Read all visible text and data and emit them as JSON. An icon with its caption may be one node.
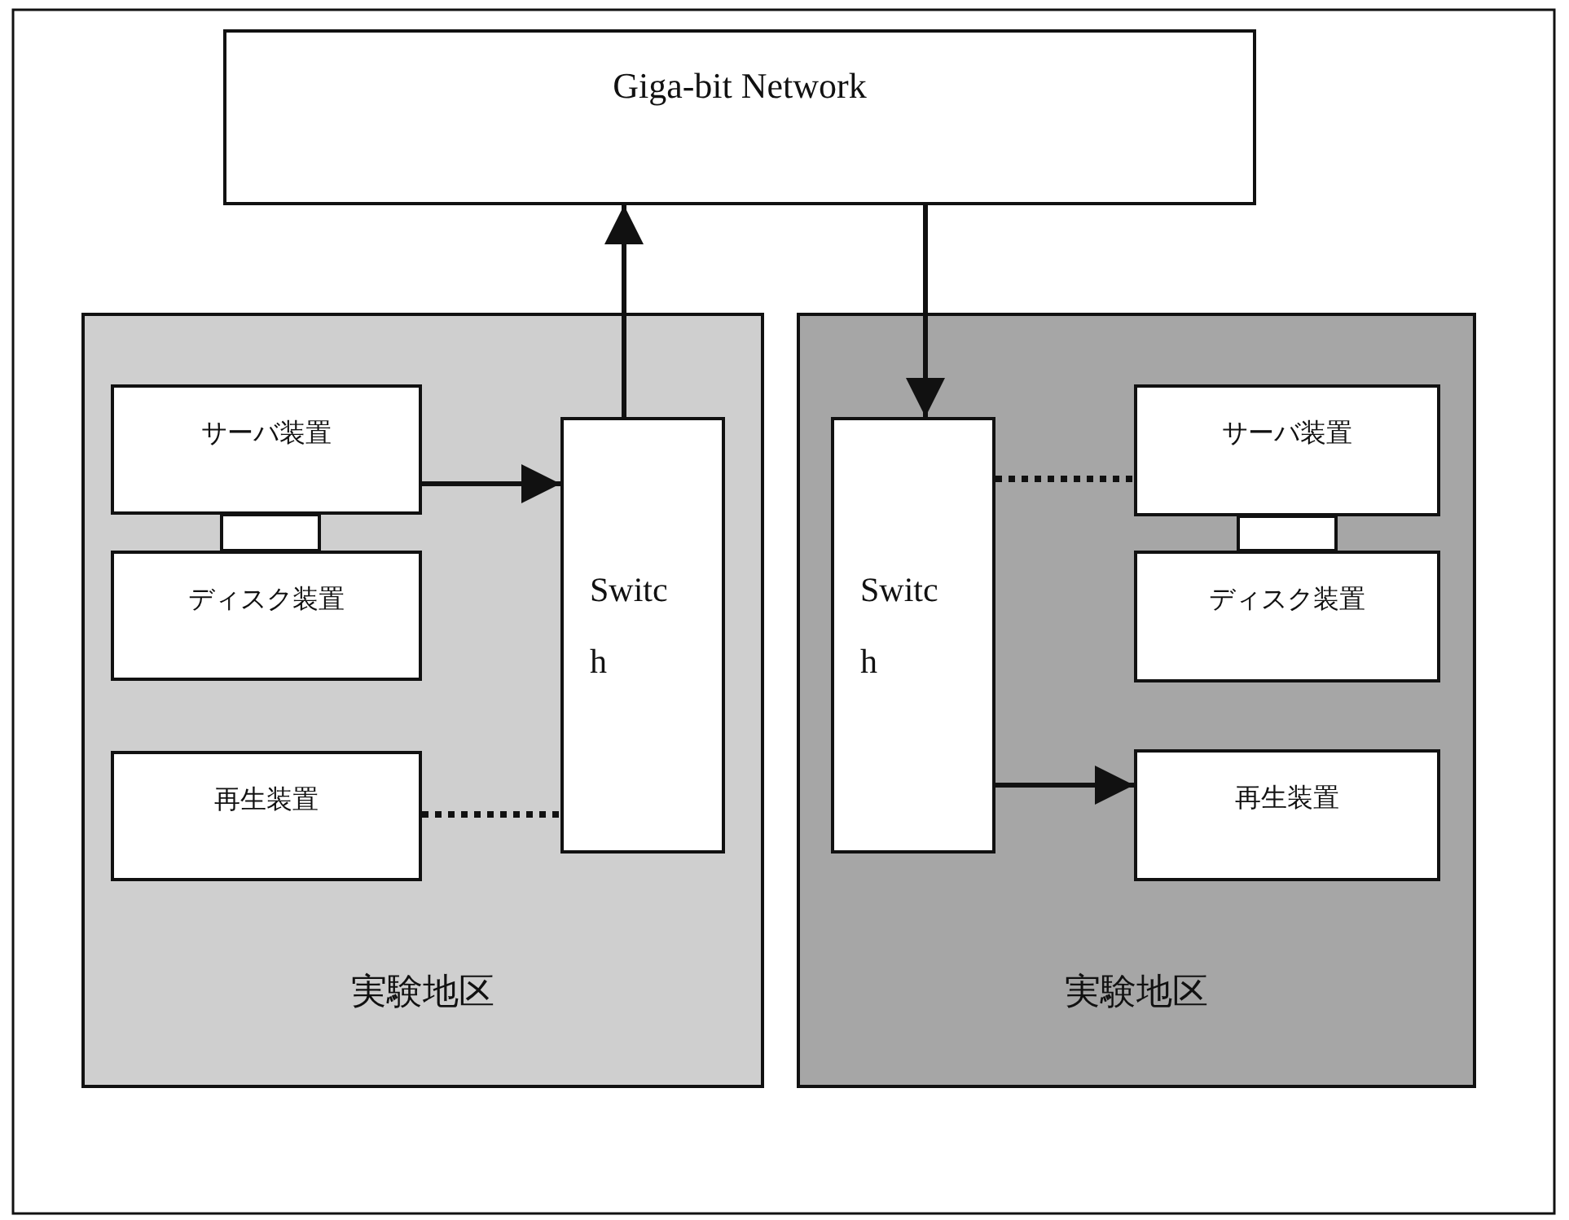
{
  "diagram": {
    "nodes": [
      {
        "text": [
          "Giga-bit Network"
        ]
      },
      {
        "text": [
          "実験地区"
        ]
      },
      {
        "text": [
          "サーバ装置"
        ],
        "in": 1
      },
      {
        "text": [],
        "shape": "box",
        "in": 1
      },
      {
        "text": [
          "ディスク装置"
        ],
        "in": 1
      },
      {
        "text": [
          "再生装置"
        ],
        "in": 1
      },
      {
        "text": [
          "Switc h"
        ],
        "in": 1
      },
      {
        "text": [
          "実験地区"
        ]
      },
      {
        "text": [
          "Switc h"
        ],
        "in": 7
      },
      {
        "text": [
          "サーバ装置"
        ],
        "in": 7
      },
      {
        "text": [],
        "shape": "box",
        "in": 7
      },
      {
        "text": [
          "ディスク装置"
        ],
        "in": 7
      },
      {
        "text": [
          "再生装置"
        ],
        "in": 7
      }
    ],
    "edges": [
      {
        "from": 2,
        "to": 6,
        "arrow": "to"
      },
      {
        "from": 6,
        "to": 0,
        "arrow": "to"
      },
      {
        "from": 5,
        "to": 6,
        "arrow": "none",
        "style": "dashed"
      },
      {
        "from": 0,
        "to": 8,
        "arrow": "to"
      },
      {
        "from": 8,
        "to": 9,
        "arrow": "none",
        "style": "dashed"
      },
      {
        "from": 8,
        "to": 12,
        "arrow": "to"
      }
    ]
  }
}
